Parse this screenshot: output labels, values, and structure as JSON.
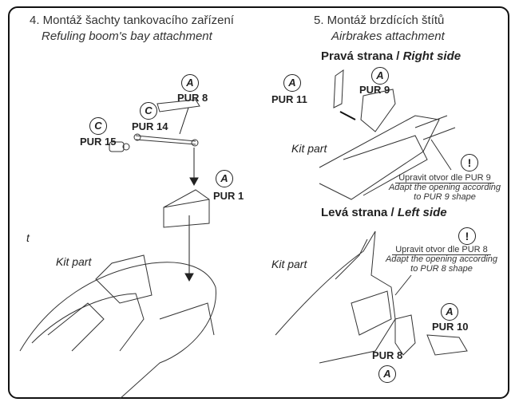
{
  "step4": {
    "title": "4. Montáž šachty tankovacího zařízení",
    "subtitle": "Refuling boom's bay attachment",
    "parts": {
      "pur8": {
        "badge": "A",
        "label": "PUR 8"
      },
      "pur14": {
        "badge": "C",
        "label": "PUR 14"
      },
      "pur15": {
        "badge": "C",
        "label": "PUR 15"
      },
      "pur1": {
        "badge": "A",
        "label": "PUR 1"
      }
    },
    "kit_part": "Kit part",
    "edge_fragment": "t"
  },
  "step5": {
    "title": "5. Montáž brzdících štítů",
    "subtitle": "Airbrakes attachment",
    "right": {
      "heading_cz": "Pravá strana /",
      "heading_en": "Right side",
      "pur11": {
        "badge": "A",
        "label": "PUR 11"
      },
      "pur9": {
        "badge": "A",
        "label": "PUR 9"
      },
      "kit_part": "Kit part",
      "warning_icon": "!",
      "note_cz": "Upravit otvor dle PUR 9",
      "note_en1": "Adapt the opening according",
      "note_en2": "to PUR 9 shape"
    },
    "left": {
      "heading_cz": "Levá strana /",
      "heading_en": "Left side",
      "kit_part": "Kit part",
      "warning_icon": "!",
      "note_cz": "Upravit otvor dle PUR 8",
      "note_en1": "Adapt the opening according",
      "note_en2": "to PUR 8 shape",
      "pur10": {
        "badge": "A",
        "label": "PUR 10"
      },
      "pur8": {
        "badge": "A",
        "label": "PUR 8"
      }
    }
  }
}
